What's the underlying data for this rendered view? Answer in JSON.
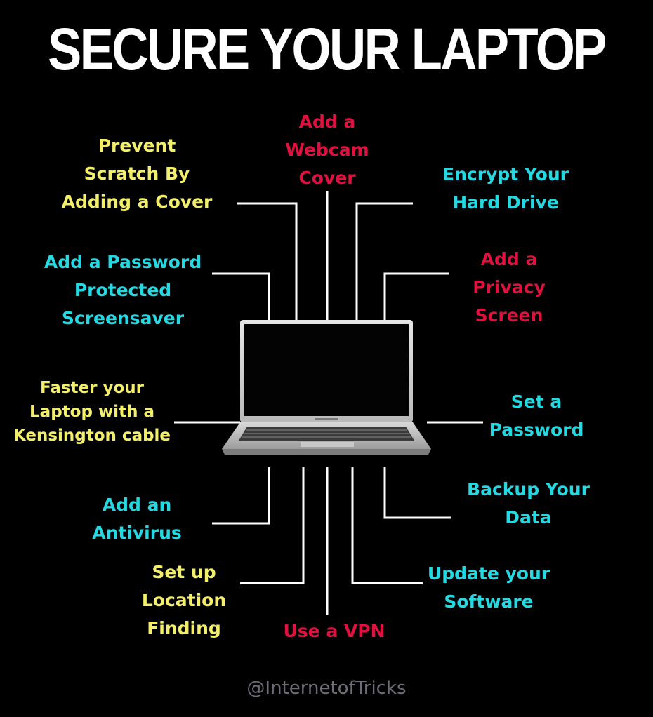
{
  "title": "SECURE YOUR LAPTOP",
  "colors": {
    "background": "#000000",
    "yellow": "#f3ef6a",
    "cyan": "#25d9e3",
    "red": "#e0113f",
    "lines": "#ffffff"
  },
  "icons": [
    "laptop-icon"
  ],
  "tips": {
    "webcam": [
      "Add a",
      "Webcam",
      "Cover"
    ],
    "scratch": [
      "Prevent",
      "Scratch By",
      "Adding a Cover"
    ],
    "encrypt": [
      "Encrypt Your",
      "Hard Drive"
    ],
    "screensaver": [
      "Add a Password",
      "Protected",
      "Screensaver"
    ],
    "privacy": [
      "Add a",
      "Privacy",
      "Screen"
    ],
    "kensington": [
      "Faster your",
      "Laptop with a",
      "Kensington cable"
    ],
    "password": [
      "Set a",
      "Password"
    ],
    "antivirus": [
      "Add an",
      "Antivirus"
    ],
    "backup": [
      "Backup Your",
      "Data"
    ],
    "location": [
      "Set up",
      "Location",
      "Finding"
    ],
    "vpn": [
      "Use a VPN"
    ],
    "software": [
      "Update your",
      "Software"
    ]
  },
  "credit": "@InternetofTricks"
}
